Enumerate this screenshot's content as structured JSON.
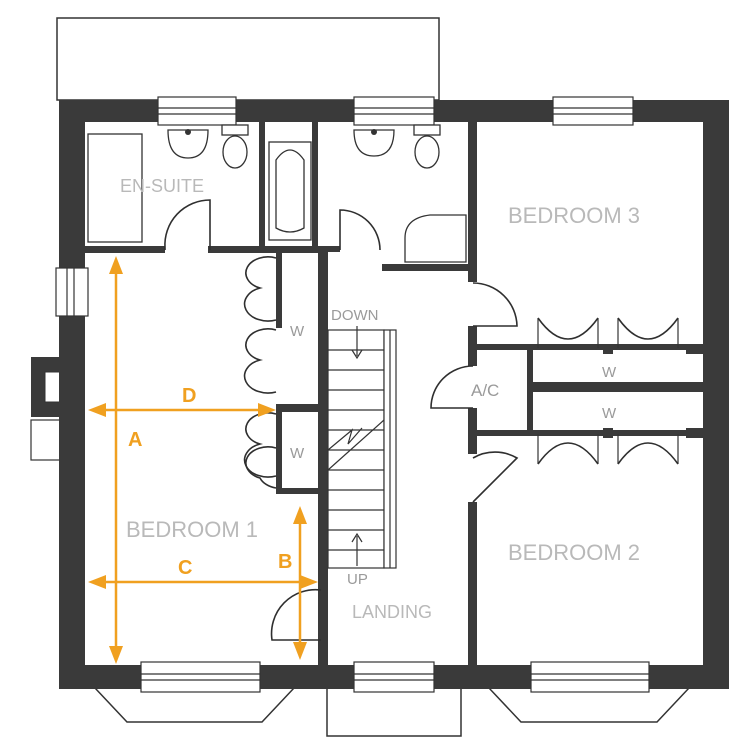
{
  "colors": {
    "wall": "#3a3a3a",
    "dimension": "#f0a020",
    "label": "#b9b9b9",
    "small_label": "#9a9a9a"
  },
  "rooms": {
    "ensuite": "EN-SUITE",
    "bedroom1": "BEDROOM 1",
    "bedroom2": "BEDROOM 2",
    "bedroom3": "BEDROOM 3",
    "landing": "LANDING"
  },
  "labels": {
    "wardrobe": "W",
    "airing_cupboard": "A/C",
    "stairs_down": "DOWN",
    "stairs_up": "UP"
  },
  "dimensions": {
    "a": "A",
    "b": "B",
    "c": "C",
    "d": "D"
  }
}
